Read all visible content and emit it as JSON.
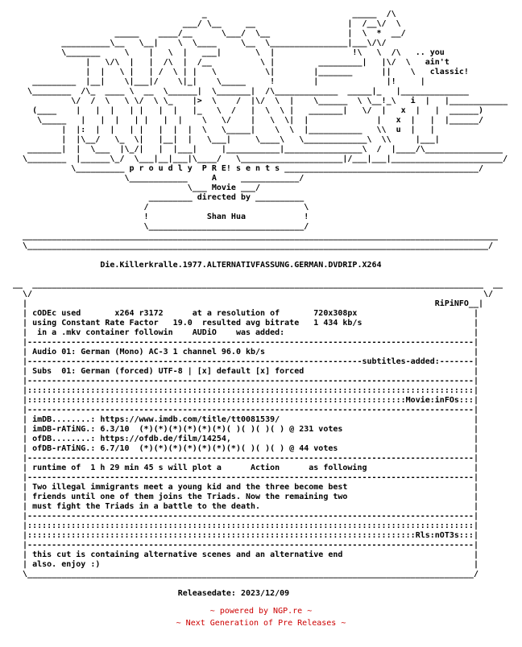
{
  "nfo_text": "                                       _                              _____  /\\\n                                   ___/ \\__     __                   |  /__\\/  \\\n                     _____    ____/__      \\___/  \\__                |  \\  *  __/\n          __________\\__   \\__|    \\  \\____     \\__  \\________________|___\\/\\/\n          \\_______     \\    |   \\  |   ___|       \\  |                !\\   \\  /\\   .. you\n               |   \\/\\  |   |  /\\  |  /__          \\ |         _________|   |\\/  \\   ain't\n               |  |   \\ |   | /  \\ | |   \\          \\|        |_______      ||    \\   classic!\n    _________  |__|    \\|___|/    \\|_|    \\_____     !        |              |!     |\n   \\________  /\\_  ____ \\  __  \\______|  \\_______|  /\\_____________  _____|_   |______________\n            \\/  /  \\   \\ \\/  \\ \\_    |>  \\    /  |\\/  \\  |    \\______  \\ \\__!_\\   i  |   |____________\n    (____    |   |  |   | |   |  |   |_   \\  /   |  \\  \\ |   _______|   \\/  |   x  |   |  ______)\n     \\_____   |   |  |   | |   |  |    \\   \\/    |   \\  \\|  |              |   x  |   |  |______/\n          |  |:  |  |   | |   |  |  |  \\   \\_____|    \\  \\  |___________   \\\\  u  |   |\n          |  |\\__/   \\_  \\|   |__|  |   \\___|     \\____\\   \\_____________\\  \\\\     |___|\n   _______|  |  \\___  |\\_/|   |  |___|     |___________|________________\\  /  |____/\\________________\n  \\________  |______\\_/  \\___|__|___|\\____/   \\_____________________|/___|___|_______________________/\n            \\__________ p r o u d l y  P R E! s e n t s ________________________________________/\n                       \\____________     A     ____________/\n                                    \\___ Movie ___/\n                            _________ directed by __________\n                           /                                \\\n                           !            Shan Hua            !\n                           \\________________________________/\n  __________________________________________________________________________________________________\n  \\_______________________________________________________________________________________________/\n\n                  Die.Killerkralle.1977.ALTERNATIVFASSUNG.GERMAN.DVDRIP.X264\n\n__  _____________________________________________________________________________________________  __\n  \\/                                                                                             \\/\n  |                                                                                    RiPiNFO__|\n  | cODEc used       x264 r3172      at a resolution of       720x308px                        |\n  | using Constant Rate Factor   19.0  resulted avg bitrate   1 434 kb/s                       |\n  |  in a .mkv container followin    AUDiO    was added:                                       |\n  |--------------------------------------------------------------------------------------------|\n  | Audio 01: German (Mono) AC-3 1 channel 96.0 kb/s                                           |\n  |---------------------------------------------------------------------subtitles-added:-------|\n  | Subs  01: German (forced) UTF-8 | [x] default [x] forced                                   |\n  |--------------------------------------------------------------------------------------------|\n  |::::::::::::::::::::::::::::::::::::::::::::::::::::::::::::::::::::::::::::::::::::::::::::|\n  |::::::::::::::::::::::::::::::::::::::::::::::::::::::::::::::::::::::::::::::Movie:inFOs:::|\n  |--------------------------------------------------------------------------------------------|\n  | imDB........: https://www.imdb.com/title/tt0081539/                                        |\n  | imDB-rATiNG.: 6.3/10  (*)(*)(*)(*)(*)(*)( )( )( )( ) @ 231 votes                           |\n  | ofDB........: https://ofdb.de/film/14254,                                                  |\n  | ofDB-rATiNG.: 6.7/10  (*)(*)(*)(*)(*)(*)(*)( )( )( ) @ 44 votes                            |\n  |--------------------------------------------------------------------------------------------|\n  | runtime of  1 h 29 min 45 s will plot a      Action      as following                      |\n  |--------------------------------------------------------------------------------------------|\n  | Two illegal immigrants meet a young kid and the three become best                          |\n  | friends until one of them joins the Triads. Now the remaining two                          |\n  | must fight the Triads in a battle to the death.                                            |\n  |--------------------------------------------------------------------------------------------|\n  |::::::::::::::::::::::::::::::::::::::::::::::::::::::::::::::::::::::::::::::::::::::::::::|\n  |::::::::::::::::::::::::::::::::::::::::::::::::::::::::::::::::::::::::::::::::Rls:nOT3s:::|\n  |--------------------------------------------------------------------------------------------|\n  | this cut is containing alternative scenes and an alternative end                           |\n  | also. enjoy :)                                                                             |\n  \\____________________________________________________________________________________________/\n\n                                  Releasedate: 2023/12/09",
  "footer": {
    "line1": "~ powered by NGP.re ~",
    "line2": "~ Next Generation of Pre Releases ~"
  },
  "colors": {
    "text": "#000000",
    "footer": "#cc0000",
    "background": "#ffffff"
  }
}
